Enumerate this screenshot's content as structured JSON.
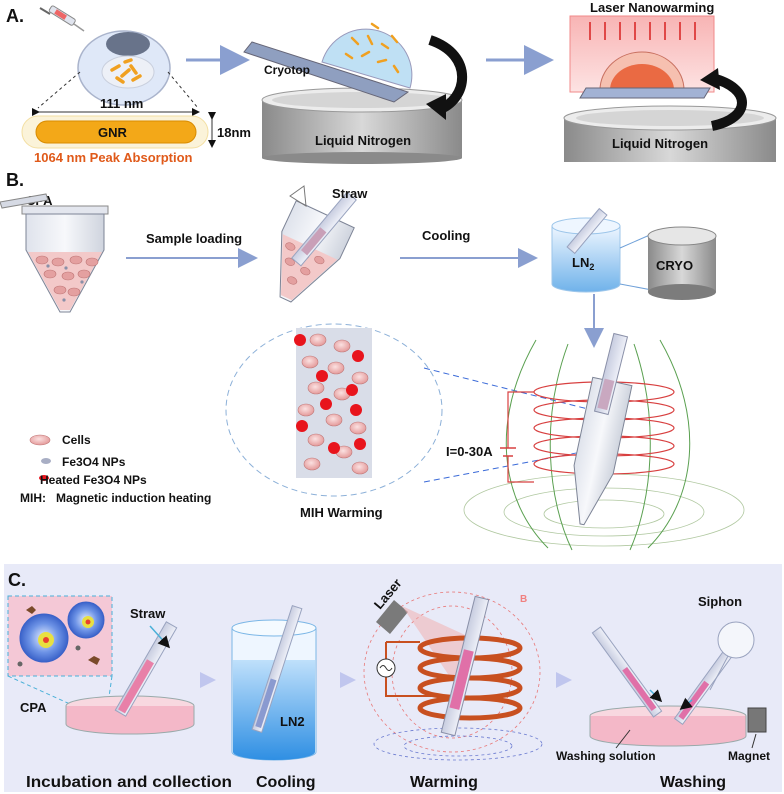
{
  "panel_a": {
    "label": "A.",
    "dimension_width": "111 nm",
    "rod_label": "GNR",
    "dimension_height": "18nm",
    "absorption_note": "1064 nm Peak Absorption",
    "cryotop": "Cryotop",
    "liquid_nitrogen_1": "Liquid Nitrogen",
    "laser_nanowarming": "Laser Nanowarming",
    "liquid_nitrogen_2": "Liquid Nitrogen"
  },
  "panel_b": {
    "label": "B.",
    "cpa": "CPA",
    "straw": "Straw",
    "sample_loading": "Sample loading",
    "cooling": "Cooling",
    "ln2_main": "LN",
    "ln2_sub": "2",
    "cryo": "CRYO",
    "current": "I=0-30A",
    "mih_warming": "MIH Warming",
    "legend": {
      "cells": "Cells",
      "fe3o4": "Fe3O4 NPs",
      "heated": "Heated Fe3O4 NPs",
      "mih_key": "MIH:",
      "mih_desc": "Magnetic induction heating"
    }
  },
  "panel_c": {
    "label": "C.",
    "straw": "Straw",
    "cpa": "CPA",
    "ln2": "LN2",
    "laser": "Laser",
    "b_mark": "B",
    "siphon": "Siphon",
    "washing_solution": "Washing solution",
    "magnet": "Magnet",
    "step_1": "Incubation and collection",
    "step_2": "Cooling",
    "step_3": "Warming",
    "step_4": "Washing"
  },
  "colors": {
    "arrow": "#8a9fd0",
    "cell": "#e8a8a8",
    "np_red": "#e8141c",
    "gold": "#f0a020",
    "panel_c_bg": "#e8eaf8",
    "coil": "#c85020",
    "accent_orange": "#e05a1a"
  }
}
